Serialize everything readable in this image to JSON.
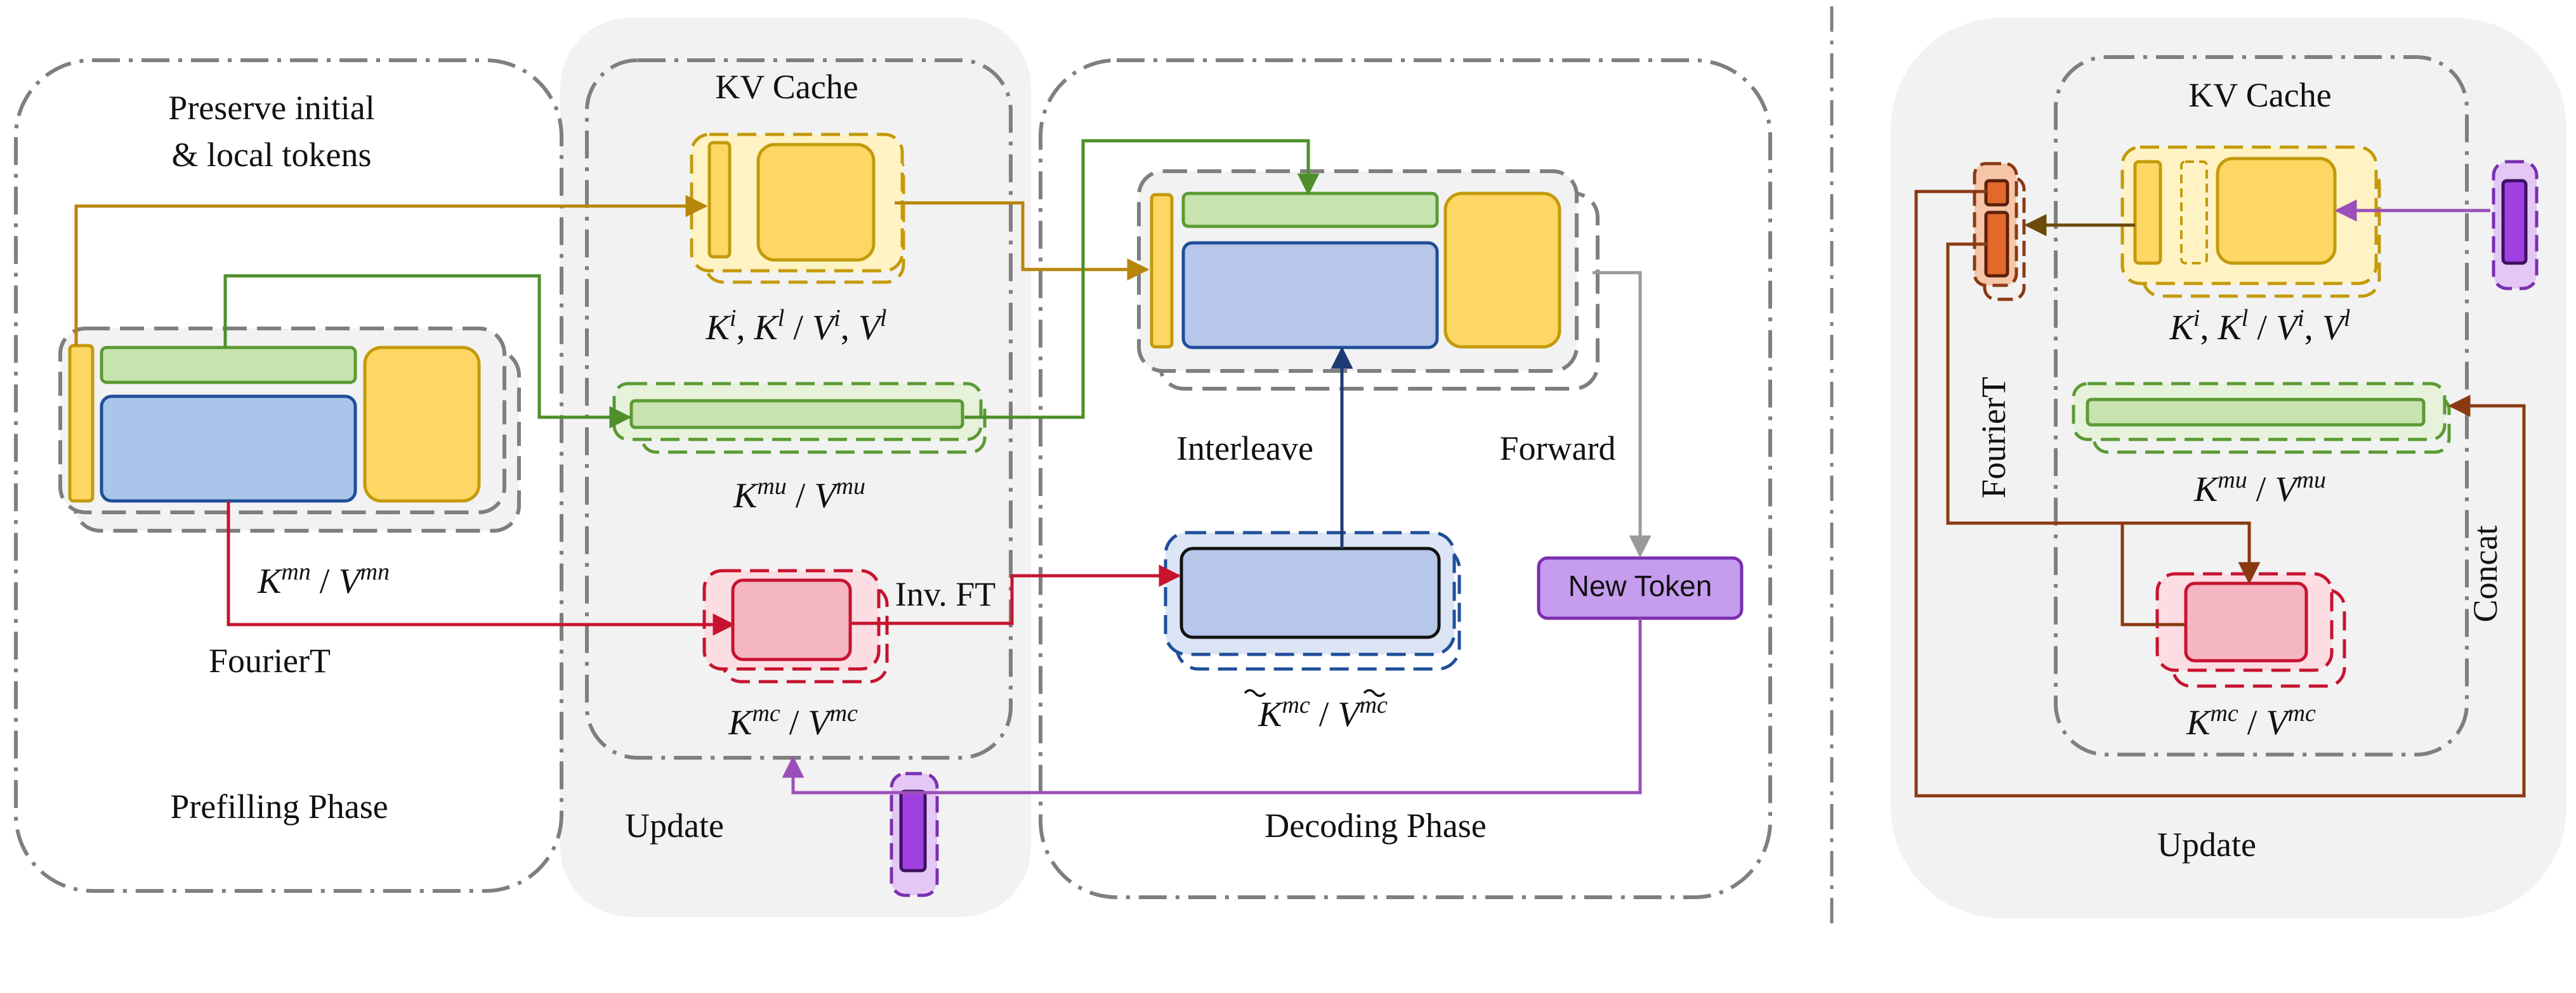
{
  "left_panel": {
    "prefilling": {
      "title_line1": "Preserve initial",
      "title_line2": "& local tokens",
      "phase_label": "Prefilling Phase",
      "fourier_label": "FourierT",
      "kv_label": {
        "k_base": "K",
        "k_sup": "mn",
        "sep": " / ",
        "v_base": "V",
        "v_sup": "mn"
      }
    },
    "update": {
      "cache_title": "KV Cache",
      "update_label": "Update",
      "inv_ft_label": "Inv. FT",
      "kv_initial_local": {
        "k1": "K",
        "k1_sup": "i",
        "comma1": ", ",
        "k2": "K",
        "k2_sup": "l",
        "sep": " / ",
        "v1": "V",
        "v1_sup": "i",
        "comma2": ", ",
        "v2": "V",
        "v2_sup": "l"
      },
      "kv_mu": {
        "k_base": "K",
        "k_sup": "mu",
        "sep": " / ",
        "v_base": "V",
        "v_sup": "mu"
      },
      "kv_mc": {
        "k_base": "K",
        "k_sup": "mc",
        "sep": " / ",
        "v_base": "V",
        "v_sup": "mc"
      }
    },
    "decoding": {
      "phase_label": "Decoding Phase",
      "interleave_label": "Interleave",
      "forward_label": "Forward",
      "new_token_label": "New Token",
      "kv_tilde": {
        "k_base": "K",
        "k_sup": "mc",
        "sep": " / ",
        "v_base": "V",
        "v_sup": "mc"
      }
    }
  },
  "right_panel": {
    "cache_title": "KV Cache",
    "update_label": "Update",
    "fourier_label": "FourierT",
    "concat_label": "Concat",
    "kv_initial_local": {
      "k1": "K",
      "k1_sup": "i",
      "comma1": ", ",
      "k2": "K",
      "k2_sup": "l",
      "sep": " / ",
      "v1": "V",
      "v1_sup": "i",
      "comma2": ", ",
      "v2": "V",
      "v2_sup": "l"
    },
    "kv_mu": {
      "k_base": "K",
      "k_sup": "mu",
      "sep": " / ",
      "v_base": "V",
      "v_sup": "mu"
    },
    "kv_mc": {
      "k_base": "K",
      "k_sup": "mc",
      "sep": " / ",
      "v_base": "V",
      "v_sup": "mc"
    }
  },
  "colors": {
    "yellow_fill": "#FDD663",
    "yellow_stroke": "#C49A0B",
    "yellow_halo": "#FFF3C4",
    "green_fill": "#C7E3B0",
    "green_stroke": "#5A9A33",
    "green_halo": "#E6F2DA",
    "blue_fill": "#A9C6EA",
    "blue_stroke": "#1F4E99",
    "blue_light": "#B7C7EA",
    "red_fill": "#F4B6C2",
    "red_stroke": "#C7132F",
    "red_halo": "#FBDDE3",
    "purple_fill": "#A040E0",
    "purple_btn": "#C69CEE",
    "purple_stroke": "#7A2FB0",
    "orange_fill": "#E2692A",
    "orange_stroke": "#8A3A12",
    "orange_halo": "#F7C6A8",
    "panel_bg": "#F2F2F2",
    "dash_gray": "#7F7F7F",
    "arrow_olive": "#B8860B",
    "arrow_green": "#4E8F2A",
    "arrow_red": "#C7132F",
    "arrow_navy": "#1F3B73",
    "arrow_gray": "#9A9A9A",
    "arrow_purple": "#9B4FB8",
    "arrow_brown": "#8A3A12",
    "arrow_brown_dark": "#6B4A0A"
  }
}
